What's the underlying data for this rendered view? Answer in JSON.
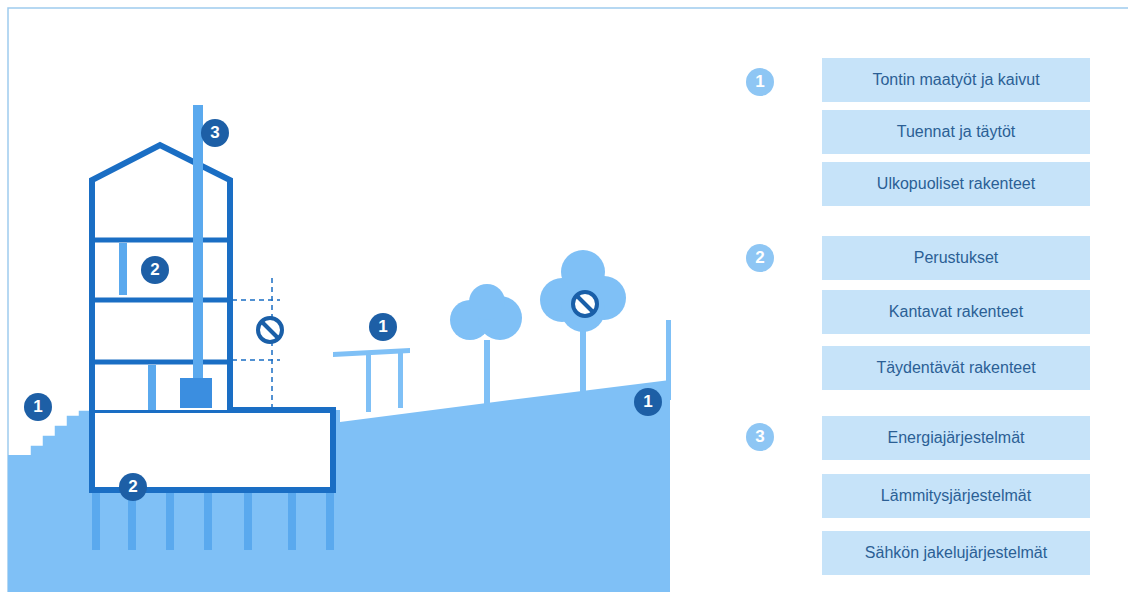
{
  "diagram": {
    "nodes": [
      {
        "text": [
          "Tontin maatyöt ja kaivut"
        ]
      },
      {
        "text": [
          "Tuennat ja täytöt"
        ]
      },
      {
        "text": [
          "Ulkopuoliset rakenteet"
        ]
      },
      {
        "text": [
          "Perustukset"
        ]
      },
      {
        "text": [
          "Kantavat rakenteet"
        ]
      },
      {
        "text": [
          "Täydentävät rakenteet"
        ]
      },
      {
        "text": [
          "Energiajärjestelmät"
        ]
      },
      {
        "text": [
          "Lämmitysjärjestelmät"
        ]
      },
      {
        "text": [
          "Sähkön jakelujärjestelmät"
        ]
      }
    ],
    "labels": [
      "3",
      "2",
      "1",
      "1",
      "1",
      "2",
      "1",
      "2",
      "3"
    ]
  }
}
